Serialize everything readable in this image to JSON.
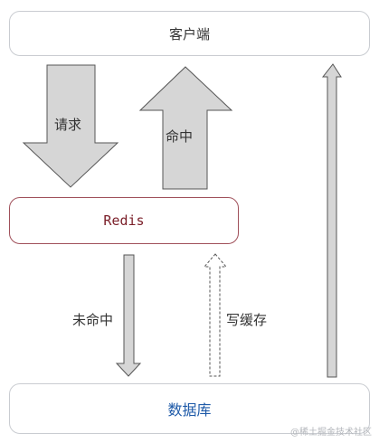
{
  "nodes": {
    "client": "客户端",
    "redis": "Redis",
    "database": "数据库"
  },
  "edges": {
    "request": "请求",
    "hit": "命中",
    "miss": "未命中",
    "write_cache": "写缓存"
  },
  "watermark": "@稀土掘金技术社区",
  "colors": {
    "arrow_fill": "#d6d6d6",
    "arrow_stroke": "#555555",
    "redis_border": "#a0505a",
    "database_text": "#1e5aa8"
  }
}
